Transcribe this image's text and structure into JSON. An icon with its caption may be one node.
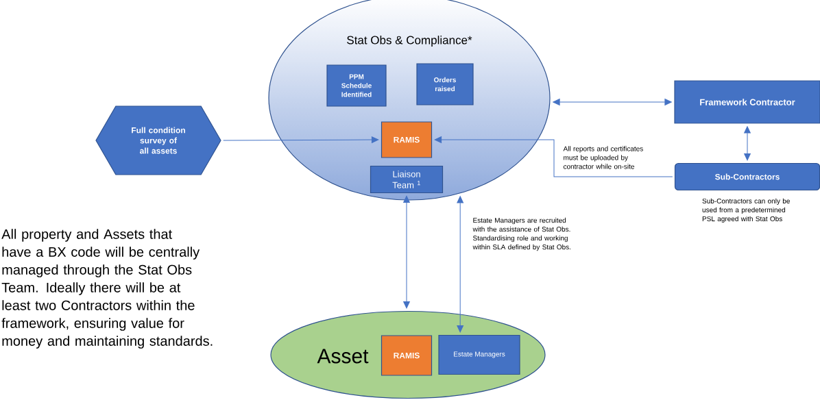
{
  "diagram": {
    "nodes": [
      {
        "text": [
          "Stat Obs & Compliance*"
        ]
      },
      {
        "text": [
          "PPM Schedule Identified"
        ],
        "in": 0
      },
      {
        "text": [
          "Orders raised"
        ],
        "in": 0
      },
      {
        "text": [
          "RAMIS"
        ],
        "in": 0
      },
      {
        "text": [
          "Liaison Team $^{1}$"
        ],
        "in": 0
      },
      {
        "text": [
          "Full condition survey of all assets"
        ]
      },
      {
        "text": [
          "Framework Contractor"
        ]
      },
      {
        "text": [
          "Sub-Contractors"
        ],
        "beside": [
          "Sub-Contractors can only be used from a predetermined PSL agreed with Stat Obs"
        ]
      },
      {
        "text": [
          "Asset"
        ]
      },
      {
        "text": [
          "RAMIS"
        ],
        "in": 8
      },
      {
        "text": [
          "Estate Managers"
        ],
        "in": 8
      }
    ],
    "edges": [
      {
        "from": 5,
        "to": 3,
        "arrow": "to"
      },
      {
        "from": 0,
        "to": 6,
        "arrow": "both"
      },
      {
        "from": 6,
        "to": 7,
        "arrow": "both"
      },
      {
        "from": 7,
        "to": 3,
        "arrow": "to",
        "label": "All reports and certificates must be uploaded by contractor while on-site"
      },
      {
        "from": 4,
        "to": 8,
        "arrow": "both"
      },
      {
        "from": 0,
        "to": 10,
        "arrow": "both",
        "label": "Estate Managers are recruited with the assistance of Stat Obs. Standardising role and working within SLA defined by Stat Obs."
      }
    ],
    "labels": [
      "All property and Assets that have a BX code will be centrally managed through the Stat Obs Team. Ideally there will be at least two Contractors within the framework, ensuring value for money and maintaining standards."
    ]
  }
}
